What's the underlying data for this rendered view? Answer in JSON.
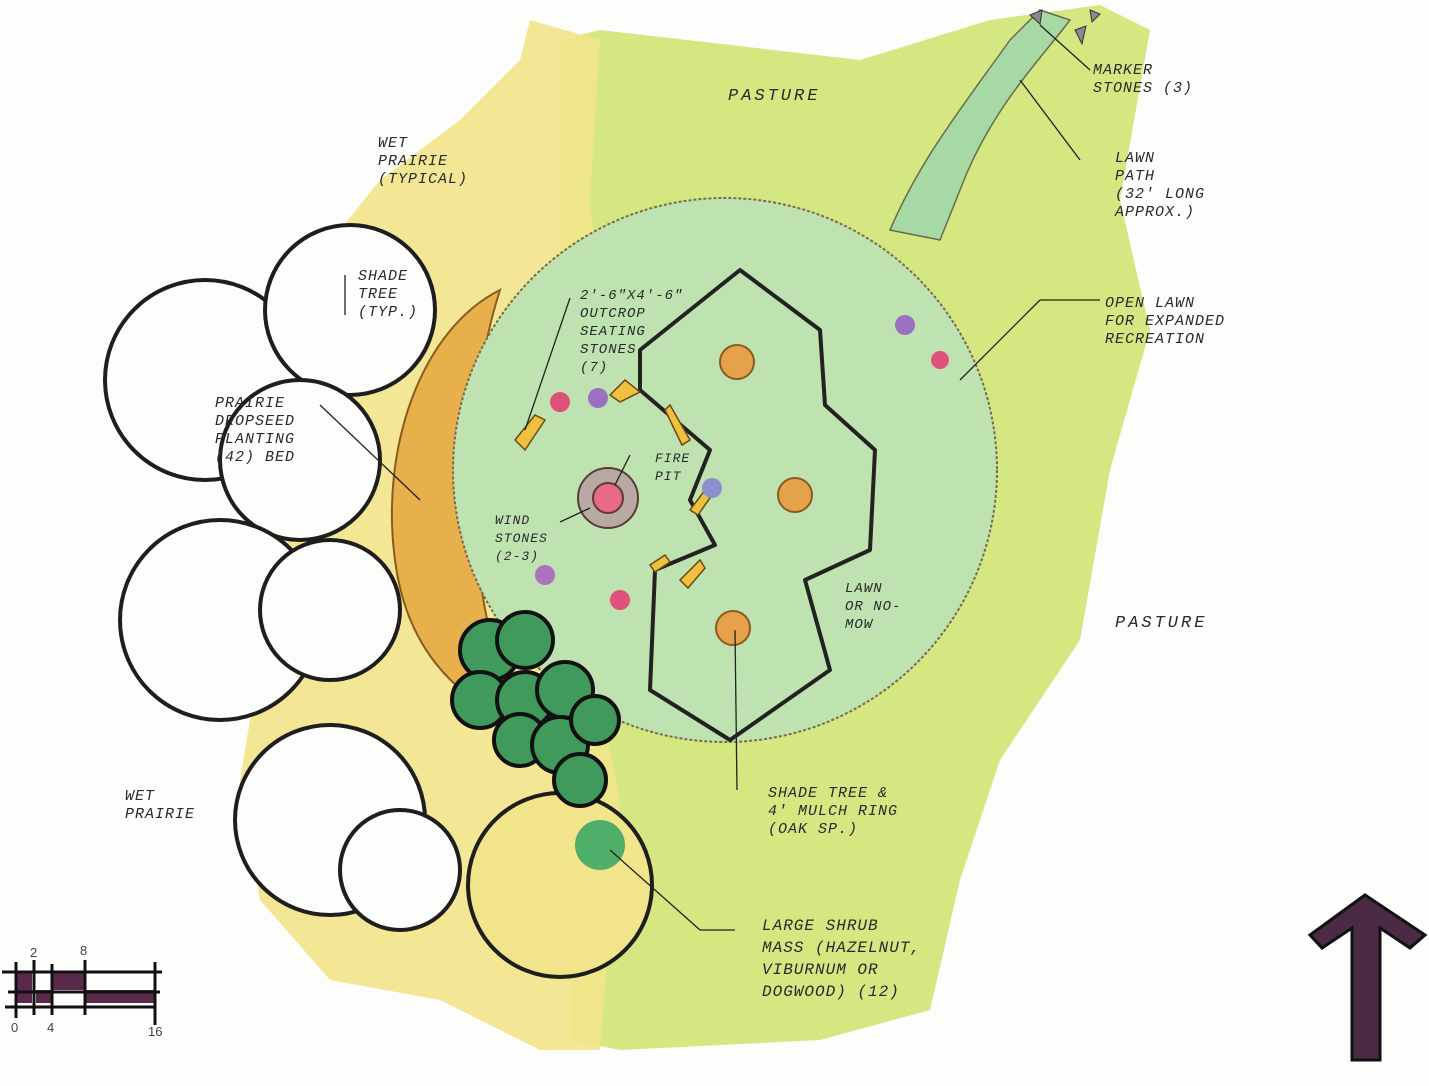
{
  "labels": {
    "pasture_top": "Pasture",
    "pasture_right": "Pasture",
    "marker_stones": "Marker\nstones (3)",
    "lawn_path": "Lawn\npath\n(32' long\napprox.)",
    "open_lawn": "Open lawn\nfor expanded\nrecreation",
    "wet_prairie_typical": "Wet\nprairie\n(typical)",
    "shade_tree_typ": "Shade\ntree\n(typ.)",
    "seating_stones": "2'-6\"x4'-6\"\noutcrop\nseating\nstones\n(7)",
    "prairie_dropseed": "Prairie\ndropseed\nplanting\n(42) bed",
    "fire_pit": "Fire\npit",
    "wind_stones": "Wind\nstones\n(2-3)",
    "lawn_no_mow": "Lawn\nor no-\nmow",
    "shade_tree_mulch": "Shade tree &\n4' mulch ring\n(oak sp.)",
    "shrub_mass": "Large shrub\nmass (hazelnut,\nviburnum or\ndogwood) (12)",
    "wet_prairie": "Wet\nprairie"
  },
  "scale_bar": {
    "ticks": [
      "0",
      "2",
      "4",
      "8",
      "16"
    ]
  },
  "north_arrow": {
    "icon": "north-arrow-icon"
  },
  "colors": {
    "pasture": "#cde36a",
    "wet_prairie": "#f2e48a",
    "lawn_circle": "#bfe3b0",
    "mulch_bed": "#e7b04a",
    "shrub": "#3f9a5c",
    "shade_tree": "#e5a24a",
    "outline": "#1e1e1e",
    "arrow": "#4a2a44"
  }
}
